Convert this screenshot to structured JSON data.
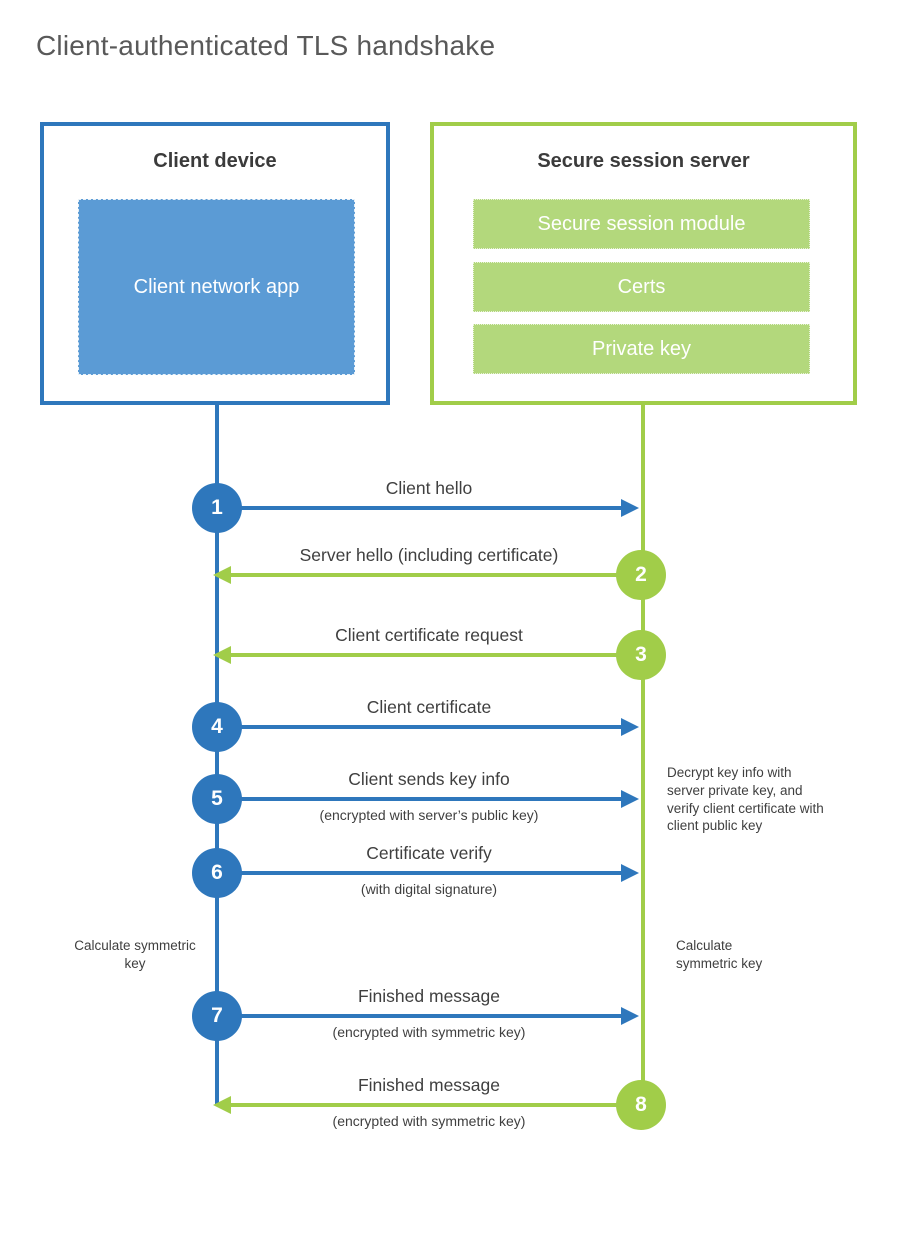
{
  "title": "Client-authenticated TLS handshake",
  "colors": {
    "client_blue": "#2e77bc",
    "client_app_blue": "#5b9bd5",
    "server_green": "#a1cd49",
    "server_bar_green": "#b3d87c",
    "heading_gray": "#595959",
    "text_gray": "#3f3f3f"
  },
  "client": {
    "title": "Client device",
    "app_label": "Client network app"
  },
  "server": {
    "title": "Secure session server",
    "modules": [
      "Secure session module",
      "Certs",
      "Private key"
    ]
  },
  "messages": [
    {
      "num": "1",
      "label": "Client hello",
      "from": "client",
      "to": "server"
    },
    {
      "num": "2",
      "label": "Server hello (including certificate)",
      "from": "server",
      "to": "client"
    },
    {
      "num": "3",
      "label": "Client certificate request",
      "from": "server",
      "to": "client"
    },
    {
      "num": "4",
      "label": "Client certificate",
      "from": "client",
      "to": "server"
    },
    {
      "num": "5",
      "label": "Client sends key info",
      "sublabel": "(encrypted with server’s public key)",
      "from": "client",
      "to": "server"
    },
    {
      "num": "6",
      "label": "Certificate verify",
      "sublabel": "(with digital signature)",
      "from": "client",
      "to": "server"
    },
    {
      "num": "7",
      "label": "Finished message",
      "sublabel": "(encrypted with symmetric key)",
      "from": "client",
      "to": "server"
    },
    {
      "num": "8",
      "label": "Finished message",
      "sublabel": "(encrypted with symmetric key)",
      "from": "server",
      "to": "client"
    }
  ],
  "notes": {
    "decrypt": "Decrypt key info with server private key, and verify client certificate with client public key",
    "calc_left": "Calculate symmetric key",
    "calc_right": "Calculate symmetric key"
  }
}
